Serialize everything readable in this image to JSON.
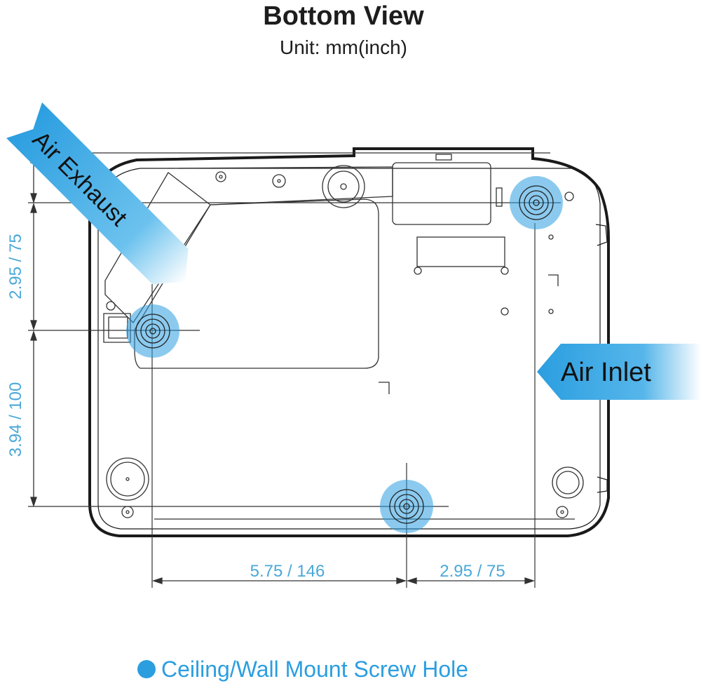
{
  "title": "Bottom View",
  "subtitle": "Unit: mm(inch)",
  "labels": {
    "air_exhaust": "Air Exhaust",
    "air_inlet": "Air Inlet"
  },
  "dimensions": {
    "left_upper": "2.95 / 75",
    "left_lower": "3.94 / 100",
    "bottom_left": "5.75 / 146",
    "bottom_right": "2.95 / 75"
  },
  "legend": {
    "text": "Ceiling/Wall Mount Screw Hole"
  },
  "colors": {
    "accent": "#2b9ee0",
    "dimension_text": "#4aa8d8",
    "outline": "#1a1a1a",
    "line": "#333333"
  }
}
